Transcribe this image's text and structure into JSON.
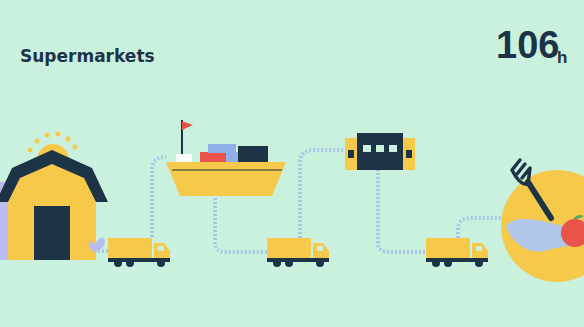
{
  "diagram": {
    "title": "Supermarkets",
    "labels": [
      "106",
      "h"
    ]
  }
}
